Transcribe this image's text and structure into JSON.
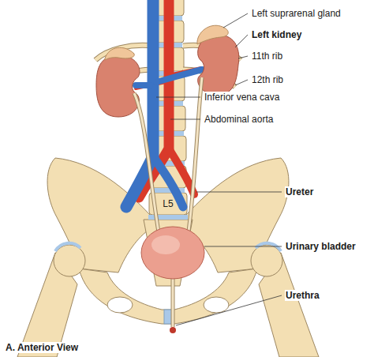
{
  "diagram": {
    "caption": "A. Anterior View",
    "labels": [
      "Left suprarenal gland",
      "Left kidney",
      "11th rib",
      "12th rib",
      "Inferior vena cava",
      "Abdominal aorta",
      "L5",
      "Ureter",
      "Urinary bladder",
      "Urethra"
    ]
  }
}
